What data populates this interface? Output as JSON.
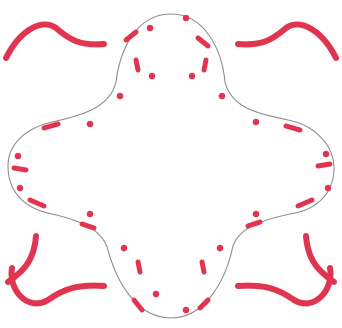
{
  "palette": {
    "background": "#ffffff",
    "accent_red": "#e0344f",
    "outline_gray": "#8e8e8e"
  },
  "figure": {
    "kind": "decorative-quatrefoil-pattern",
    "corner_arc_count": 4,
    "outline_lobe_count": 4,
    "dot_count": 16,
    "dash_count": 16
  }
}
